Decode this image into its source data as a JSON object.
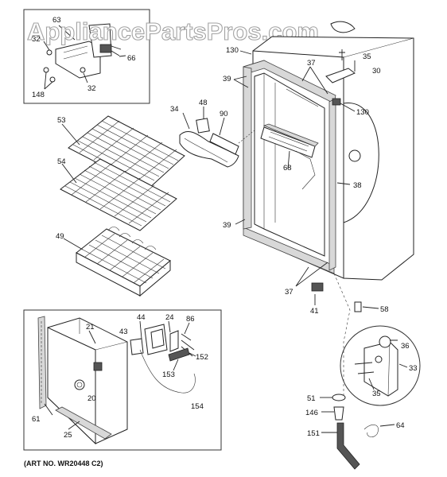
{
  "watermark": "AppliancePartsPros.com",
  "art_number": "(ART NO. WR20448 C2)",
  "callouts": {
    "c63": "63",
    "c32a": "32",
    "c66": "66",
    "c148": "148",
    "c32b": "32",
    "c35a": "35",
    "c130a": "130",
    "c37a": "37",
    "c30": "30",
    "c39a": "39",
    "c130b": "130",
    "c34": "34",
    "c48": "48",
    "c90": "90",
    "c53": "53",
    "c68": "68",
    "c54": "54",
    "c38": "38",
    "c39b": "39",
    "c49": "49",
    "c37b": "37",
    "c41": "41",
    "c58": "58",
    "c44": "44",
    "c24": "24",
    "c86": "86",
    "c21": "21",
    "c43": "43",
    "c152": "152",
    "c153": "153",
    "c20": "20",
    "c154": "154",
    "c61": "61",
    "c25": "25",
    "c36": "36",
    "c33": "33",
    "c35b": "35",
    "c51": "51",
    "c146": "146",
    "c64": "64",
    "c151": "151"
  }
}
